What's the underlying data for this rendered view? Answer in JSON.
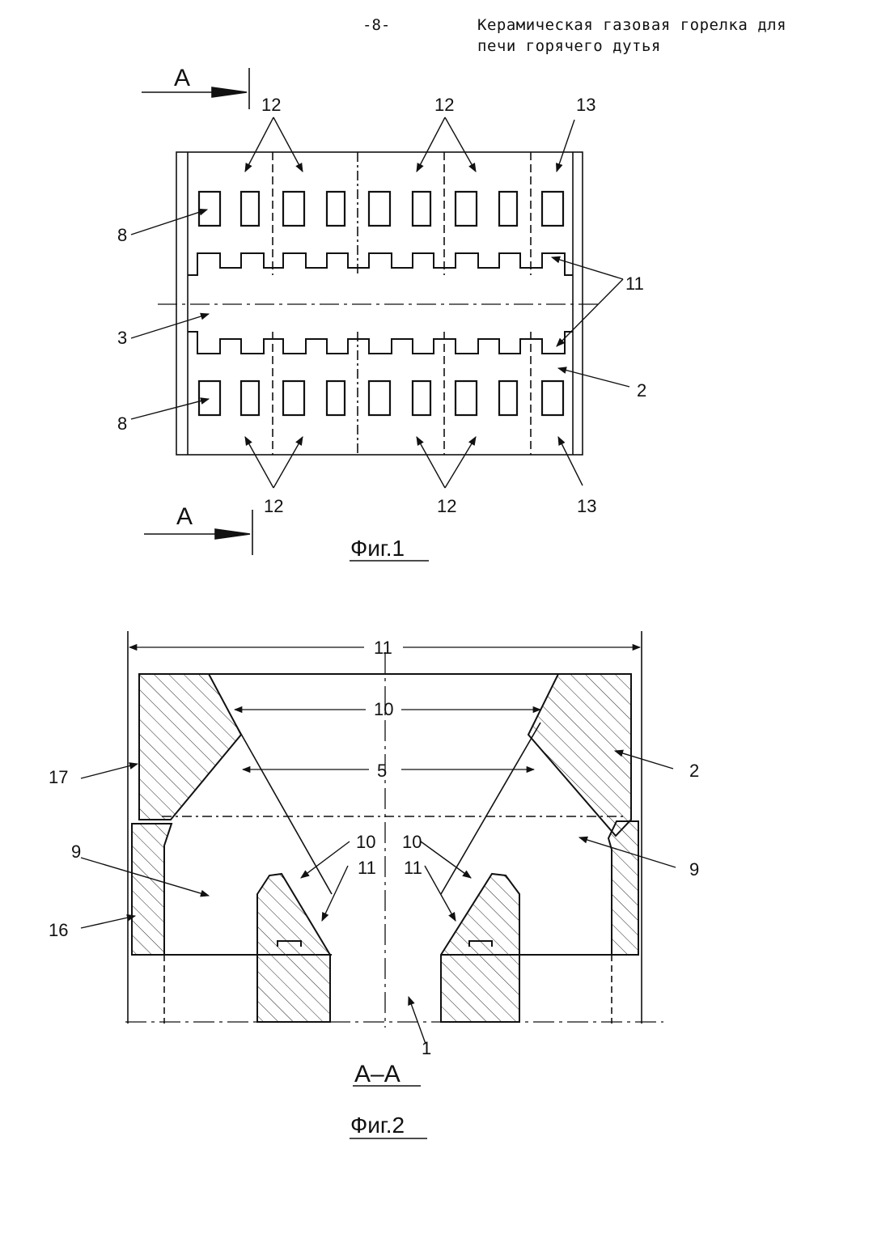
{
  "header": {
    "page_number": "-8-",
    "title_line1": "Керамическая газовая горелка для",
    "title_line2": "печи горячего дутья"
  },
  "fig1": {
    "section_marker": "A",
    "labels": {
      "n12": "12",
      "n13": "13",
      "n8": "8",
      "n11": "11",
      "n3": "3",
      "n2": "2"
    },
    "caption": "Фиг.1"
  },
  "fig2": {
    "labels": {
      "n11": "11",
      "n10": "10",
      "n5": "5",
      "n17": "17",
      "n2": "2",
      "n9": "9",
      "n16": "16",
      "n1": "1"
    },
    "section_caption": "A–A",
    "caption": "Фиг.2"
  }
}
